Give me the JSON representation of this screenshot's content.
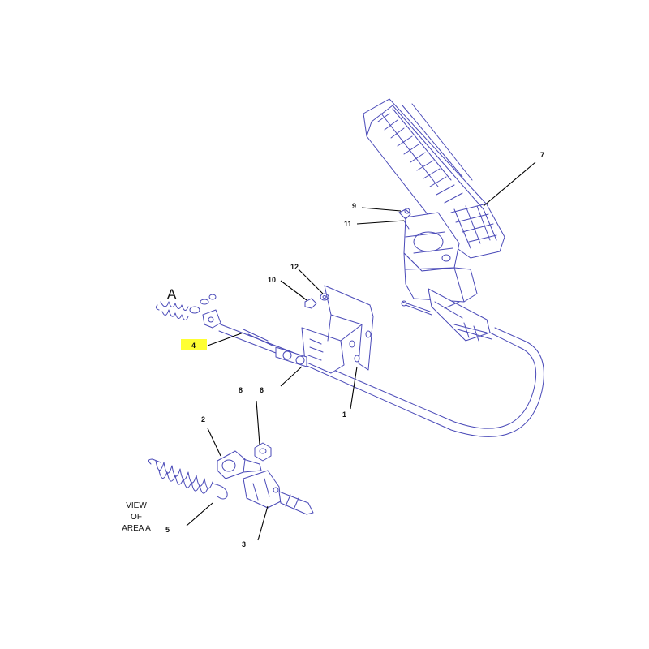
{
  "section_letter": "A",
  "view_caption": [
    "VIEW",
    "OF",
    "AREA A"
  ],
  "highlight_color": "#ffff33",
  "line_color": "#4a4ab8",
  "callouts": {
    "c1": "1",
    "c2": "2",
    "c3": "3",
    "c4": "4",
    "c5": "5",
    "c6": "6",
    "c7": "7",
    "c8": "8",
    "c9": "9",
    "c10": "10",
    "c11": "11",
    "c12": "12"
  },
  "highlighted_callout": "4"
}
